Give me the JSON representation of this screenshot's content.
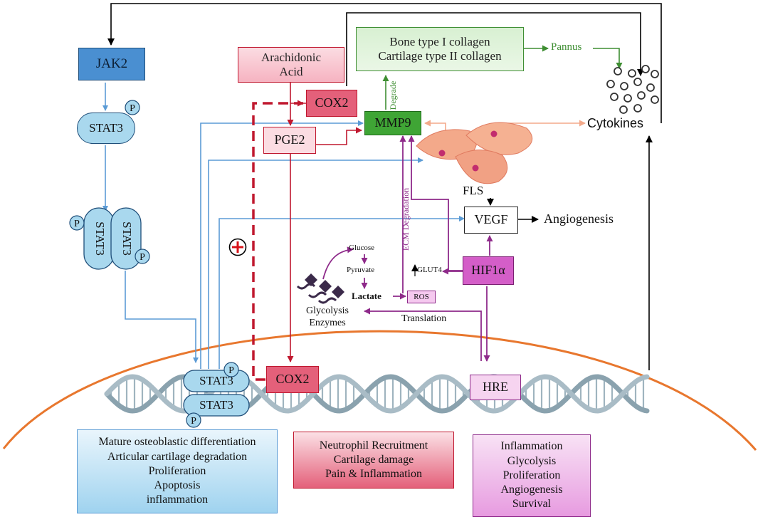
{
  "nodes": {
    "jak2": "JAK2",
    "stat3_top": "STAT3",
    "p": "P",
    "stat3_dimer_left": "STAT3",
    "stat3_dimer_right": "STAT3",
    "stat3_nuc_top": "STAT3",
    "stat3_nuc_bottom": "STAT3",
    "arachidonic": [
      "Arachidonic",
      "Acid"
    ],
    "cox2_top": "COX2",
    "pge2": "PGE2",
    "mmp9": "MMP9",
    "collagen": [
      "Bone type I collagen",
      "Cartilage type II collagen"
    ],
    "pannus": "Pannus",
    "cytokines": "Cytokines",
    "fls": "FLS",
    "vegf": "VEGF",
    "angiogenesis": "Angiogenesis",
    "hif1a": "HIF1α",
    "glut4": "GLUT4",
    "glucose": "Glucose",
    "pyruvate": "Pyruvate",
    "lactate": "Lactate",
    "ros": "ROS",
    "glycolysis_enzymes": [
      "Glycolysis",
      "Enzymes"
    ],
    "translation": "Translation",
    "cox2_nuc": "COX2",
    "hre": "HRE",
    "degrade": "Degrade",
    "ecm_degradation": "ECM Degradation"
  },
  "outcomes": {
    "stat3": [
      "Mature osteoblastic differentiation",
      "Articular cartilage degradation",
      "Proliferation",
      "Apoptosis",
      "inflammation"
    ],
    "cox2": [
      "Neutrophil Recruitment",
      "Cartilage damage",
      "Pain & Inflammation"
    ],
    "hif": [
      "Inflammation",
      "Glycolysis",
      "Proliferation",
      "Angiogenesis",
      "Survival"
    ]
  },
  "colors": {
    "stat_blue": "#5b9bd5",
    "stat_fill": "#a9d8ee",
    "cox_red": "#c0182f",
    "cox_fill": "#e4607a",
    "green": "#3e8e32",
    "purple": "#8e2a8a",
    "hif_fill": "#d45ec8",
    "nucleus_orange": "#e8772e",
    "fls_pink": "#f3a98a"
  }
}
